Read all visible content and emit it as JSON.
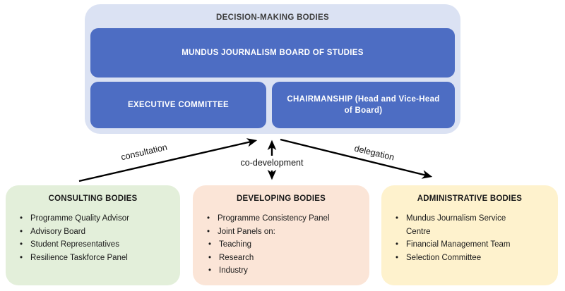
{
  "decision": {
    "title": "DECISION-MAKING BODIES",
    "board_label": "MUNDUS JOURNALISM BOARD OF STUDIES",
    "executive_label": "EXECUTIVE COMMITTEE",
    "chairmanship_label": "CHAIRMANSHIP (Head and Vice-Head of Board)"
  },
  "relations": {
    "consultation_label": "consultation",
    "codevelopment_label": "co-development",
    "delegation_label": "delegation"
  },
  "consulting": {
    "title": "CONSULTING BODIES",
    "items": [
      "Programme Quality Advisor",
      "Advisory Board",
      "Student Representatives",
      "Resilience Taskforce Panel"
    ]
  },
  "developing": {
    "title": "DEVELOPING BODIES",
    "item1": "Programme Consistency Panel",
    "item2": "Joint Panels on:",
    "subitems": [
      "Teaching",
      "Research",
      "Industry"
    ]
  },
  "administrative": {
    "title": "ADMINISTRATIVE BODIES",
    "items": [
      "Mundus Journalism Service Centre",
      "Financial Management Team",
      "Selection Committee"
    ]
  },
  "bullet_glyph": "•",
  "colors": {
    "decision_container_fill": "#dbe2f3",
    "decision_box_fill": "#4d6dc3",
    "decision_box_text": "#ffffff",
    "consulting_fill": "#e3efda",
    "developing_fill": "#fbe5d7",
    "administrative_fill": "#fef2cd",
    "arrow": "#000000"
  }
}
